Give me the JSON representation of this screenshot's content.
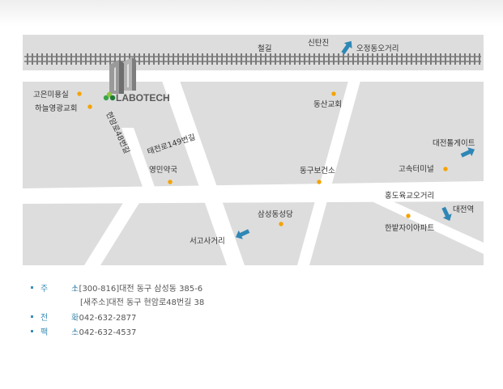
{
  "map": {
    "company_logo": "LABOTECH",
    "labels": {
      "railway": "철길",
      "sintanjin": "신탄진",
      "ojeongdong_intersection": "오정동오거리",
      "goeun_salon": "고은미용실",
      "haneul_church": "하늘영광교회",
      "dongsan_church": "동산교회",
      "hyeonamro_road": "현암로48번길",
      "taejeonro_road": "태전로149번길",
      "daejeon_tollgate": "대전톨게이트",
      "yeongmin_pharmacy": "영민약국",
      "donggu_health_center": "동구보건소",
      "express_terminal": "고속터미널",
      "hongdo_overpass": "홍도육교오거리",
      "daejeon_station": "대전역",
      "samseong_cathedral": "삼성동성당",
      "hanbat_apartment": "한밭자이아파트",
      "seogo_intersection": "서고사거리"
    },
    "colors": {
      "background": "#dddddd",
      "road": "#ffffff",
      "railway": "#7a7a7a",
      "poi_marker": "#f5a300",
      "arrow": "#2e87b5",
      "accent": "#3d8fb8"
    }
  },
  "contact": {
    "address_label_1": "주",
    "address_label_2": "소",
    "address_value": ": [300-816]대전 동구 삼성동 385-6",
    "address_value_new": "[새주소]대전 동구 현암로48번길 38",
    "phone_label_1": "전",
    "phone_label_2": "화",
    "phone_value": ": 042-632-2877",
    "fax_label_1": "팩",
    "fax_label_2": "스",
    "fax_value": ": 042-632-4537"
  }
}
